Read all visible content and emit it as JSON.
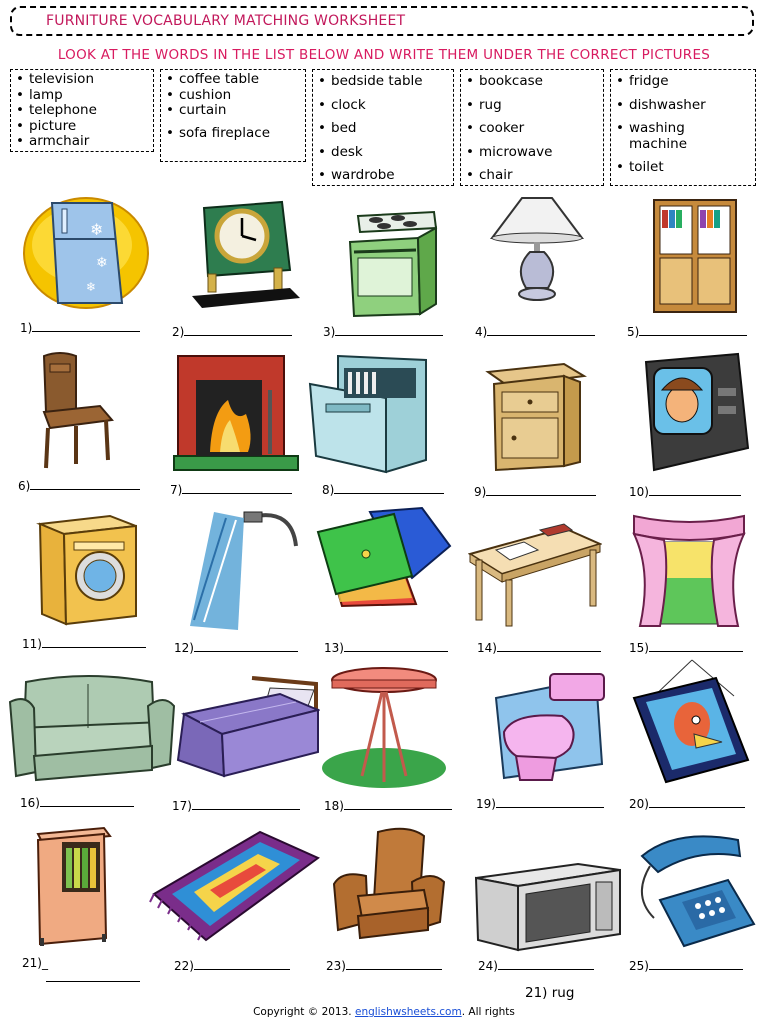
{
  "title": "FURNITURE VOCABULARY MATCHING WORKSHEET",
  "instruction": "LOOK AT THE WORDS IN THE LIST BELOW AND WRITE THEM UNDER THE CORRECT PICTURES",
  "word_boxes": [
    [
      "television",
      "lamp",
      "telephone",
      "picture",
      "armchair"
    ],
    [
      "coffee table",
      "cushion",
      "curtain",
      "sofa fireplace"
    ],
    [
      "bedside table",
      "clock",
      "bed",
      "desk",
      "wardrobe"
    ],
    [
      "bookcase",
      "rug",
      "cooker",
      "microwave",
      "chair"
    ],
    [
      "fridge",
      "dishwasher",
      "washing machine",
      "toilet"
    ]
  ],
  "items": [
    {
      "num": "1)",
      "icon": "fridge-icon"
    },
    {
      "num": "2)",
      "icon": "clock-icon"
    },
    {
      "num": "3)",
      "icon": "cooker-icon"
    },
    {
      "num": "4)",
      "icon": "lamp-icon"
    },
    {
      "num": "5)",
      "icon": "bookcase-icon"
    },
    {
      "num": "6)",
      "icon": "chair-icon"
    },
    {
      "num": "7)",
      "icon": "fireplace-icon"
    },
    {
      "num": "8)",
      "icon": "dishwasher-icon"
    },
    {
      "num": "9)",
      "icon": "bedside-table-icon"
    },
    {
      "num": "10)",
      "icon": "television-icon"
    },
    {
      "num": "11)",
      "icon": "washing-machine-icon"
    },
    {
      "num": "12)",
      "icon": "shower-icon"
    },
    {
      "num": "13)",
      "icon": "cushion-icon"
    },
    {
      "num": "14)",
      "icon": "desk-icon"
    },
    {
      "num": "15)",
      "icon": "curtain-icon"
    },
    {
      "num": "16)",
      "icon": "sofa-icon"
    },
    {
      "num": "17)",
      "icon": "bed-icon"
    },
    {
      "num": "18)",
      "icon": "coffee-table-icon"
    },
    {
      "num": "19)",
      "icon": "toilet-icon"
    },
    {
      "num": "20)",
      "icon": "picture-icon"
    },
    {
      "num": "21)_",
      "icon": "wardrobe-icon"
    },
    {
      "num": "22)",
      "icon": "rug-icon"
    },
    {
      "num": "23)",
      "icon": "armchair-icon"
    },
    {
      "num": "24)",
      "icon": "microwave-icon"
    },
    {
      "num": "25)",
      "icon": "telephone-icon"
    }
  ],
  "answer": "21) rug",
  "copyright": {
    "prefix": "Copyright © 2013. ",
    "link": "englishwsheets.com",
    "suffix": ". All rights"
  }
}
